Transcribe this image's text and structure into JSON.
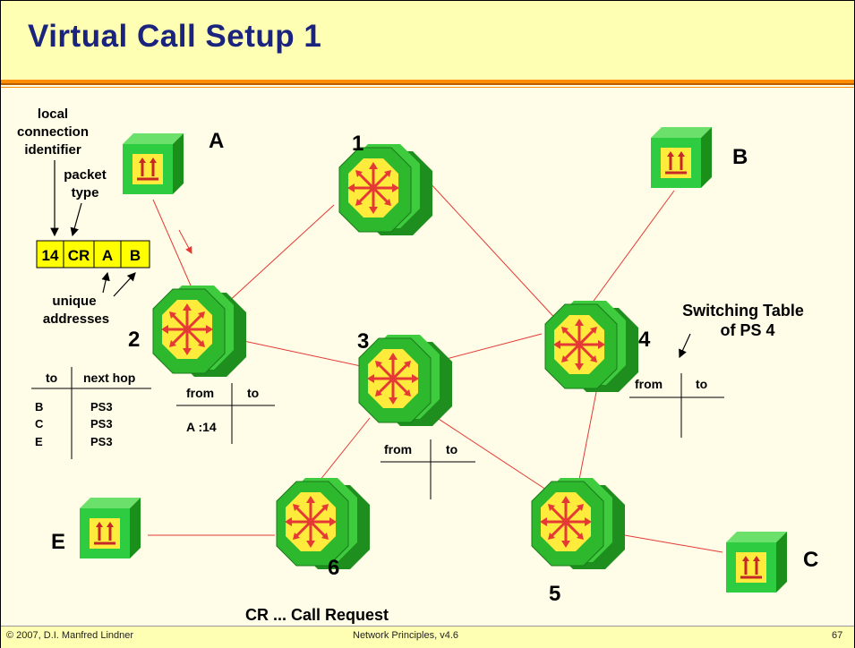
{
  "title": "Virtual Call Setup 1",
  "footer": {
    "left": "© 2007, D.I. Manfred Lindner",
    "center": "Network Principles, v4.6",
    "page": "67"
  },
  "nodes": {
    "switch_labels": [
      "1",
      "2",
      "3",
      "4",
      "5",
      "6"
    ],
    "host_labels": [
      "A",
      "B",
      "C",
      "E"
    ]
  },
  "packet": {
    "fields": [
      "14",
      "CR",
      "A",
      "B"
    ],
    "label_local_id": [
      "local",
      "connection",
      "identifier"
    ],
    "label_packet_type": [
      "packet",
      "type"
    ],
    "label_addresses": [
      "unique",
      "addresses"
    ]
  },
  "routing_table": {
    "headers": [
      "to",
      "next hop"
    ],
    "rows": [
      [
        "B",
        "PS3"
      ],
      [
        "C",
        "PS3"
      ],
      [
        "E",
        "PS3"
      ]
    ]
  },
  "switching_tables": [
    {
      "headers": [
        "from",
        "to"
      ],
      "rows": [
        [
          "A :14",
          ""
        ]
      ]
    },
    {
      "headers": [
        "from",
        "to"
      ],
      "rows": []
    },
    {
      "headers": [
        "from",
        "to"
      ],
      "rows": []
    }
  ],
  "switching_table_caption": [
    "Switching Table",
    "of PS 4"
  ],
  "legend": "CR ... Call Request",
  "colors": {
    "title": "#1a237e",
    "header_bg": "#ffffb3",
    "rule": "#ff8c00",
    "link": "#e53935",
    "device_green": "#2ecc40",
    "device_yellow": "#ffeb3b",
    "arrow_red": "#e53935",
    "packet_fill": "#ffff00"
  },
  "icons": [
    "packet-switch-icon",
    "end-host-icon"
  ]
}
